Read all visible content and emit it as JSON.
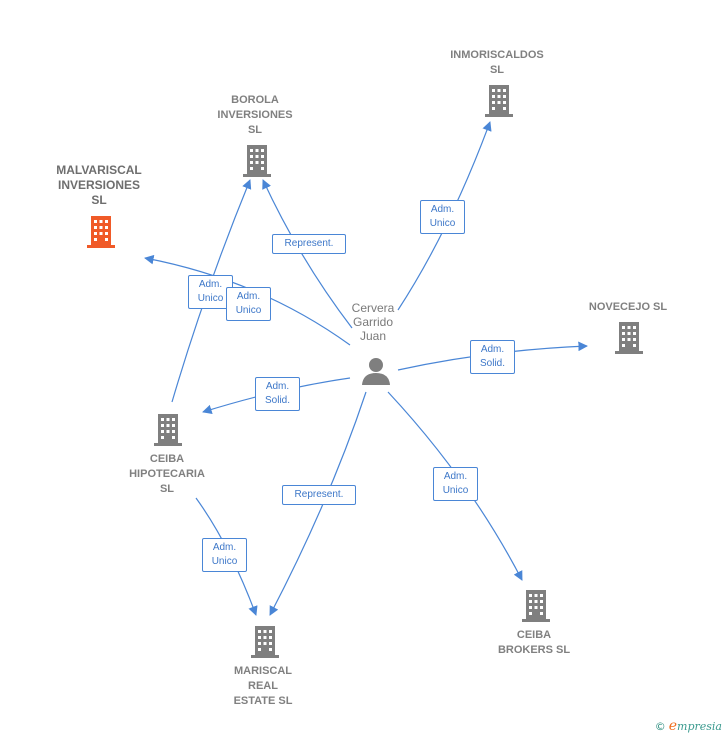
{
  "colors": {
    "edge": "#4a86d6",
    "building": "#7f7f7f",
    "building_main": "#f05a28",
    "person": "#7f7f7f"
  },
  "nodes": {
    "malvariscal": "MALVARISCAL\nINVERSIONES\nSL",
    "borola": "BOROLA\nINVERSIONES\nSL",
    "inmoriscaldos": "INMORISCALDOS\nSL",
    "novecejo": "NOVECEJO  SL",
    "ceiba_hipotecaria": "CEIBA\nHIPOTECARIA\nSL",
    "mariscal_real_estate": "MARISCAL\nREAL\nESTATE  SL",
    "ceiba_brokers": "CEIBA\nBROKERS SL",
    "person": "Cervera\nGarrido\nJuan"
  },
  "edge_labels": {
    "represent_borola": "Represent.",
    "adm_unico_inmoriscaldos": "Adm.\nUnico",
    "adm_unico_malvariscal_ceiba": "Adm.\nUnico",
    "adm_unico_malvariscal_person": "Adm.\nUnico",
    "adm_solid_novecejo": "Adm.\nSolid.",
    "adm_solid_ceiba_hipotecaria": "Adm.\nSolid.",
    "represent_mariscal": "Represent.",
    "adm_unico_ceiba_brokers": "Adm.\nUnico",
    "adm_unico_mariscal_from_ceiba": "Adm.\nUnico"
  },
  "footer": {
    "copyright": "©",
    "brand_initial": "e",
    "brand_rest": "mpresia"
  }
}
